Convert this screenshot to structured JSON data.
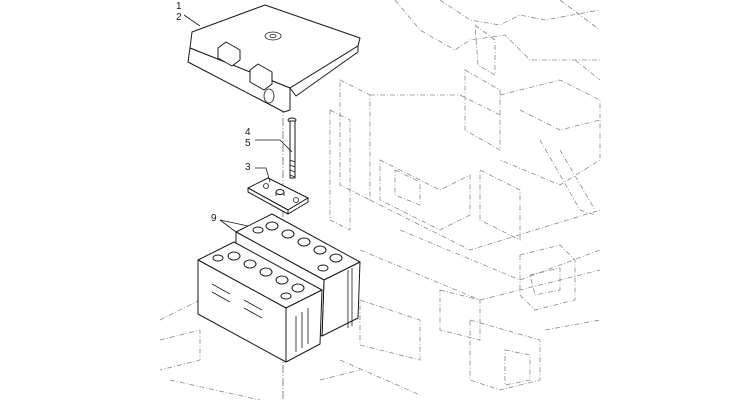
{
  "callouts": {
    "c1": "1",
    "c2": "2",
    "c3": "3",
    "c4": "4",
    "c5": "5",
    "c9": "9"
  }
}
